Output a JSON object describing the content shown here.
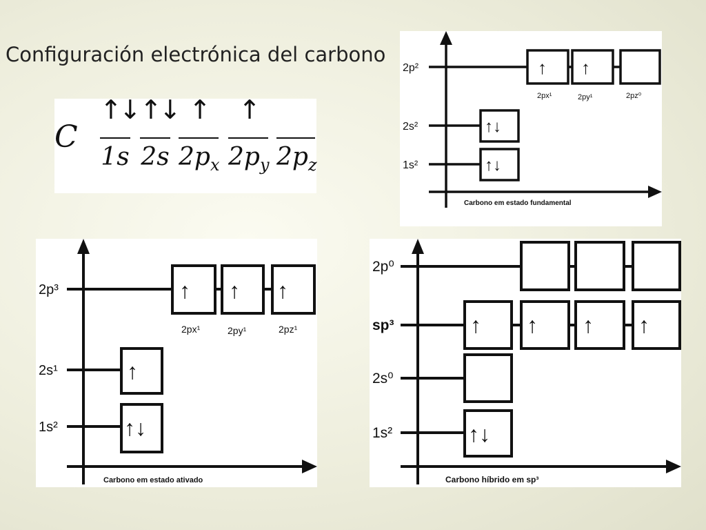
{
  "title": "Configuración electrónica del carbono",
  "configuration": {
    "element": "C",
    "orbitals": [
      {
        "arrows": "↑↓",
        "label": "1s"
      },
      {
        "arrows": "↑↓",
        "label": "2s"
      },
      {
        "arrows": "↑",
        "label": "2p",
        "sub": "x"
      },
      {
        "arrows": "↑",
        "label": "2p",
        "sub": "y"
      },
      {
        "arrows": "",
        "label": "2p",
        "sub": "z"
      }
    ]
  },
  "diagrams": {
    "fundamental": {
      "caption": "Carbono em estado fundamental",
      "levels": {
        "p": "2p²",
        "s2": "2s²",
        "s1": "1s²"
      },
      "p_labels": [
        "2px¹",
        "2py¹",
        "2pz⁰"
      ],
      "p_electrons": [
        "↑",
        "↑",
        ""
      ],
      "s2_electrons": "↑↓",
      "s1_electrons": "↑↓"
    },
    "ativado": {
      "caption": "Carbono em estado ativado",
      "levels": {
        "p": "2p³",
        "s2": "2s¹",
        "s1": "1s²"
      },
      "p_labels": [
        "2px¹",
        "2py¹",
        "2pz¹"
      ],
      "p_electrons": [
        "↑",
        "↑",
        "↑"
      ],
      "s2_electrons": "↑",
      "s1_electrons": "↑↓"
    },
    "hibrido": {
      "caption": "Carbono híbrido em sp³",
      "levels": {
        "p": "2p⁰",
        "sp": "sp³",
        "s2": "2s⁰",
        "s1": "1s²"
      },
      "sp_electrons": [
        "↑",
        "↑",
        "↑",
        "↑"
      ],
      "s1_electrons": "↑↓"
    }
  },
  "colors": {
    "line": "#111111",
    "panel": "#ffffff"
  }
}
